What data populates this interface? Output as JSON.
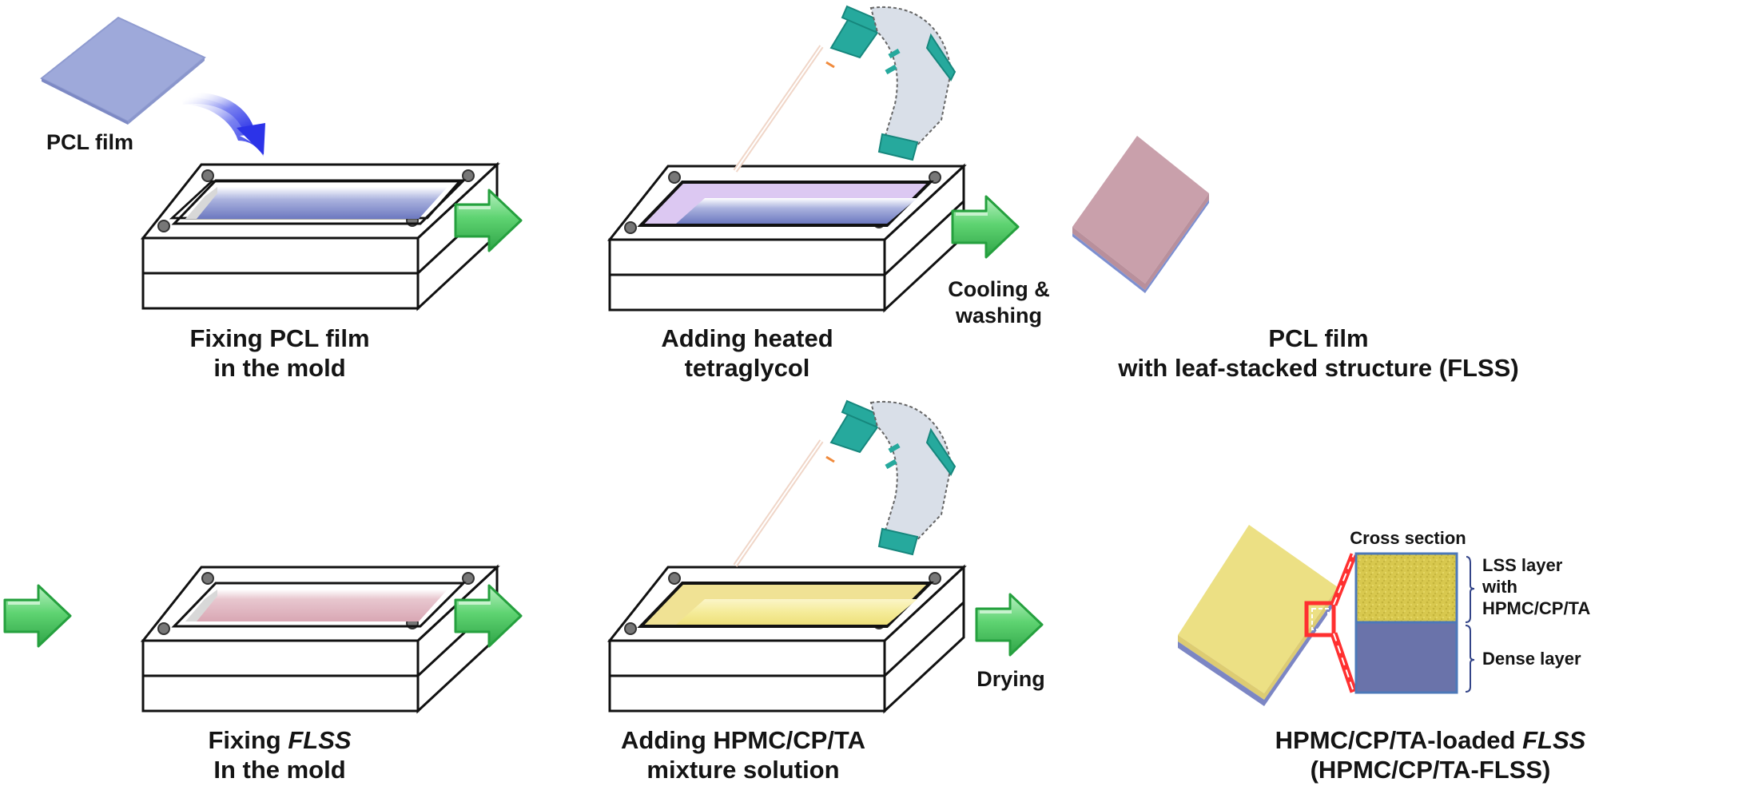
{
  "figure": {
    "title": "Fabrication process of HPMC/CP/TA-loaded FLSS",
    "colors": {
      "pcl_film": "#9aa6d8",
      "blue_arrow": "#3a44e6",
      "green_arrow": "#3ec45a",
      "tetraglycol": "#d9c3f0",
      "flss_film": "#c9a1ab",
      "flss_edge": "#7d8fd0",
      "mixture": "#f5eaa0",
      "loaded_top": "#ecdb86",
      "lss_layer": "#d6c64a",
      "dense_layer": "#6a73aa",
      "pipette_teal": "#25a89c",
      "zoom_marker": "#ff3030"
    },
    "row1": {
      "pcl_film_label": "PCL film",
      "step1": {
        "line1": "Fixing PCL film",
        "line2": "in the mold"
      },
      "step2": {
        "line1": "Adding heated",
        "line2": "tetraglycol"
      },
      "transition": {
        "line1": "Cooling &",
        "line2": "washing"
      },
      "result": {
        "line1": "PCL film",
        "line2_prefix": "with leaf-stacked structure ",
        "line2_bold": "(FLSS)"
      }
    },
    "row2": {
      "step1": {
        "line1_prefix": "Fixing ",
        "line1_italic": "FLSS",
        "line2": "In the mold"
      },
      "step2": {
        "line1": "Adding HPMC/CP/TA",
        "line2": "mixture solution"
      },
      "transition": {
        "line1": "Drying"
      },
      "result": {
        "line1_prefix": "HPMC/CP/TA-loaded ",
        "line1_italic": "FLSS",
        "line2": "(HPMC/CP/TA-FLSS)"
      },
      "cross_section": {
        "title": "Cross section",
        "top_layer": {
          "line1": "LSS layer",
          "line2": "with",
          "line3": "HPMC/CP/TA"
        },
        "bottom_layer": {
          "line1": "Dense layer"
        }
      }
    }
  }
}
